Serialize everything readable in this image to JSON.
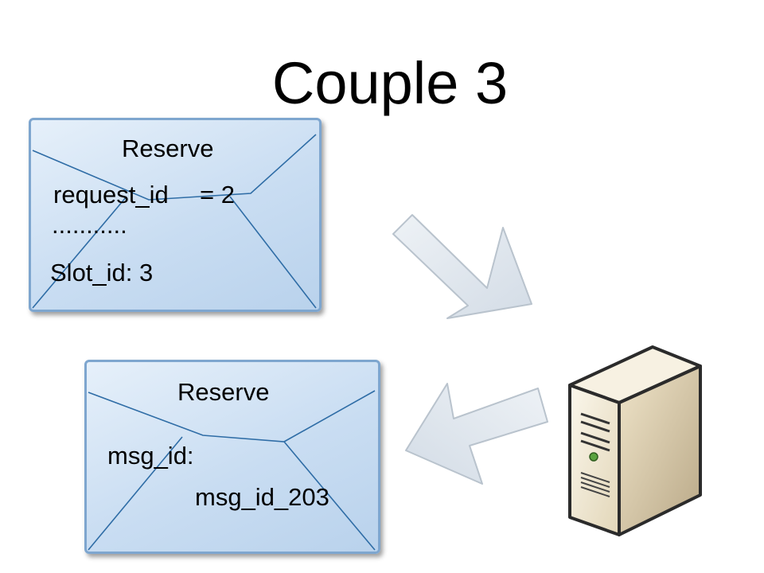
{
  "slide": {
    "title": "Couple 3"
  },
  "request_envelope": {
    "label": "Reserve",
    "request_id_key": "request_id",
    "request_id_value": "= 2",
    "ellipsis": "...........",
    "slot_line": "Slot_id: 3"
  },
  "response_envelope": {
    "label": "Reserve",
    "msg_key": "msg_id:",
    "msg_value": "msg_id_203"
  },
  "icons": {
    "arrow_to_server": "arrow-right-down-icon",
    "arrow_from_server": "arrow-left-down-icon",
    "server": "server-tower-icon"
  },
  "colors": {
    "envelope_fill": "#c9ddf2",
    "envelope_border": "#7ea6cf",
    "arrow_fill": "#dde5ee",
    "server_body": "#efe6cf",
    "server_led": "#5aa33f"
  }
}
